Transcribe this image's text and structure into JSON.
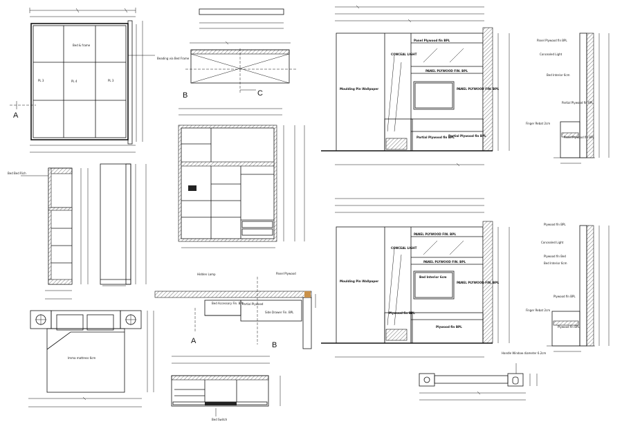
{
  "top_view": {
    "panel_left": "PL 3",
    "panel_mid": "PL 4",
    "panel_right": "PL 3",
    "detail_note": "Bed & frame",
    "beading_note": "Beading via Bed Frame",
    "section_a": "A"
  },
  "side_panel": {
    "note": "Bed Bed Rich"
  },
  "dresser_top": {
    "beading_note": "Beading via Bed Frame",
    "section_b": "B",
    "section_c": "C"
  },
  "headboard_section": {
    "hidden_lamp": "Hidden Lamp",
    "panel_plywood": "Panel Plywood",
    "bed_accessory": "Bed Accessory Fin. BPL",
    "partial_plywood": "Partial Plywood",
    "side_drawer": "Side Drawer Fin. BPL",
    "section_a": "A",
    "section_b": "B"
  },
  "bed_plan": {
    "mattress": "Imma mattress 6cm"
  },
  "footer_cabinet": {
    "note": "Bed Switch"
  },
  "elevation_upper": {
    "panel_top": "Panel Plywood fin BPL",
    "wallpaper": "Moulding Pin Wallpaper",
    "concealed_light": "CONCEAL LIGHT",
    "panel_plywood": "PANEL PLYWOOD FIN. BPL",
    "panel_box": "PANEL PLYWOOD FIN. BPL",
    "partial_plywood": "Partial Plywood fin BPL",
    "partial_plywood2": "Partial Plywood fin BPL"
  },
  "section_upper_right": {
    "panel_note": "Panel Plywood fin BPL",
    "concealed": "Concealed Light",
    "bed_box": "Bed Interior 6cm",
    "partial": "Partial Plywood fin BPL",
    "finger": "Finger Rebat 2cm",
    "panel_bottom": "Panel Plywood fin BPL"
  },
  "elevation_lower": {
    "panel_top": "PANEL PLYWOOD FIN. BPL",
    "wallpaper": "Moulding Pin Wallpaper",
    "concealed_light": "CONCEAL LIGHT",
    "panel_plywood": "PANEL PLYWOOD FIN. BPL",
    "bed_interior": "Bed Interior 6cm",
    "panel_box": "PANEL PLYWOOD FIN. BPL",
    "plywood_side": "Plywood fin BPL",
    "plywood_bottom": "Plywood fin BPL"
  },
  "section_lower_right": {
    "plywood": "Plywood fin BPL",
    "concealed": "Concealed Light",
    "plywood2": "Plywood fin Bed",
    "bed_interior": "Bed Interior 6cm",
    "plywood3": "Plywood fin BPL",
    "finger": "Finger Rebat 2cm",
    "plywood4": "Plywood fin BPL"
  },
  "side_table": {
    "note": "Handle Window diameter 6.2cm"
  }
}
